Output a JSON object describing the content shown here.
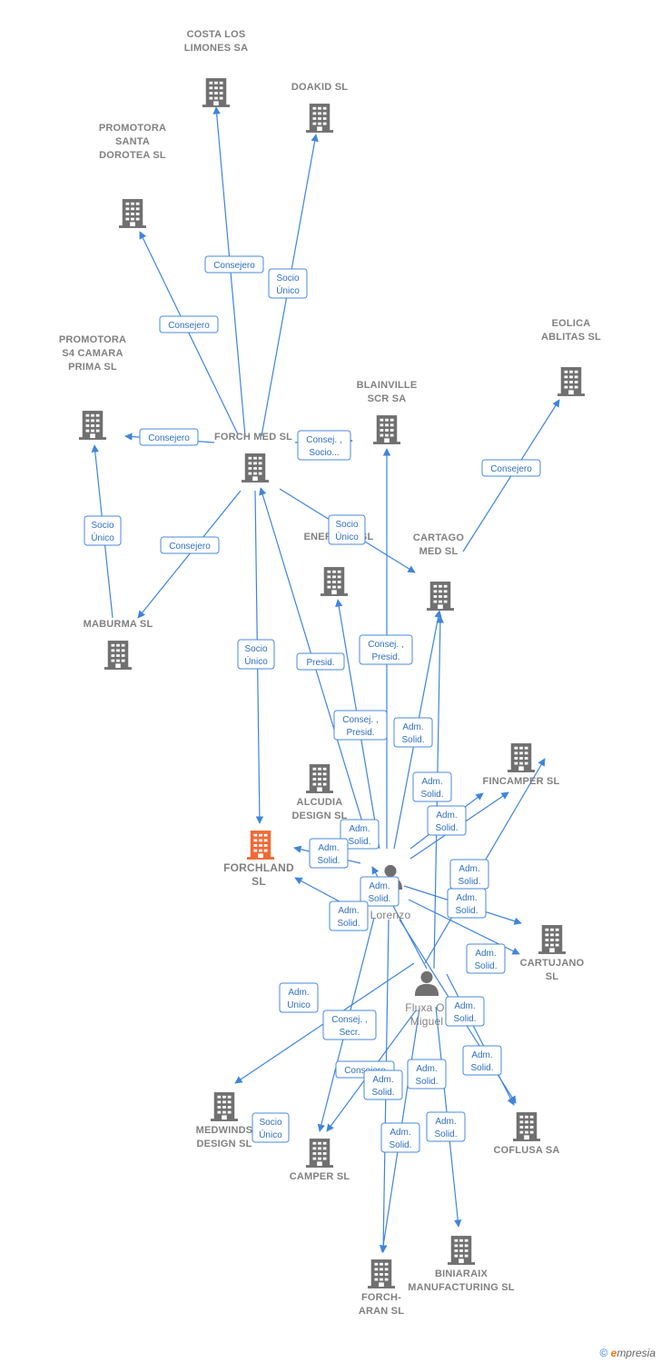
{
  "companies": [
    {
      "id": "costa",
      "lines": [
        "COSTA LOS",
        "LIMONES SA"
      ],
      "focus": false
    },
    {
      "id": "doakid",
      "lines": [
        "DOAKID  SL"
      ],
      "focus": false
    },
    {
      "id": "santa",
      "lines": [
        "PROMOTORA",
        "SANTA",
        "DOROTEA  SL"
      ],
      "focus": false
    },
    {
      "id": "s4",
      "lines": [
        "PROMOTORA",
        "S4 CAMARA",
        "PRIMA  SL"
      ],
      "focus": false
    },
    {
      "id": "forchmed",
      "lines": [
        "FORCH MED SL"
      ],
      "focus": false
    },
    {
      "id": "blainville",
      "lines": [
        "BLAINVILLE",
        "SCR SA"
      ],
      "focus": false
    },
    {
      "id": "eolica",
      "lines": [
        "EOLICA",
        "ABLITAS  SL"
      ],
      "focus": false
    },
    {
      "id": "renova",
      "lines": [
        "REN",
        "ENERGIAS SL"
      ],
      "focus": false
    },
    {
      "id": "cartago",
      "lines": [
        "CARTAGO",
        "MED SL"
      ],
      "focus": false
    },
    {
      "id": "maburma",
      "lines": [
        "MABURMA  SL"
      ],
      "focus": false
    },
    {
      "id": "fincamper",
      "lines": [
        "FINCAMPER SL"
      ],
      "focus": false
    },
    {
      "id": "alcudia",
      "lines": [
        "ALCUDIA",
        "DESIGN SL"
      ],
      "focus": false
    },
    {
      "id": "forchland",
      "lines": [
        "FORCHLAND",
        "SL"
      ],
      "focus": true
    },
    {
      "id": "cartujano",
      "lines": [
        "CARTUJANO",
        "SL"
      ],
      "focus": false
    },
    {
      "id": "medwinds",
      "lines": [
        "MEDWINDS",
        "DESIGN SL"
      ],
      "focus": false
    },
    {
      "id": "coflusa",
      "lines": [
        "COFLUSA SA"
      ],
      "focus": false
    },
    {
      "id": "camper",
      "lines": [
        "CAMPER SL"
      ],
      "focus": false
    },
    {
      "id": "biniaraix",
      "lines": [
        "BINIARAIX",
        "MANUFACTURING SL"
      ],
      "focus": false
    },
    {
      "id": "forcharan",
      "lines": [
        "FORCH-",
        "ARAN SL"
      ],
      "focus": false
    }
  ],
  "persons": [
    {
      "id": "lorenzo",
      "lines": [
        "Orti",
        "Lorenzo"
      ]
    },
    {
      "id": "miguel",
      "lines": [
        "Fluxa Or",
        "Miguel"
      ]
    }
  ],
  "relations": [
    {
      "id": "r1",
      "lines": [
        "Consejero"
      ]
    },
    {
      "id": "r2",
      "lines": [
        "Socio",
        "Único"
      ]
    },
    {
      "id": "r3",
      "lines": [
        "Consejero"
      ]
    },
    {
      "id": "r4",
      "lines": [
        "Consejero"
      ]
    },
    {
      "id": "r5",
      "lines": [
        "Consej. ,",
        "Socio..."
      ]
    },
    {
      "id": "r6",
      "lines": [
        "Consejero"
      ]
    },
    {
      "id": "r7",
      "lines": [
        "Socio",
        "Único"
      ]
    },
    {
      "id": "r8",
      "lines": [
        "Consejero"
      ]
    },
    {
      "id": "r9",
      "lines": [
        "Socio",
        "Único"
      ]
    },
    {
      "id": "r10",
      "lines": [
        "Socio",
        "Único"
      ]
    },
    {
      "id": "r11",
      "lines": [
        "Presid."
      ]
    },
    {
      "id": "r12",
      "lines": [
        "Consej. ,",
        "Presid."
      ]
    },
    {
      "id": "r13",
      "lines": [
        "Consej. ,",
        "Presid."
      ]
    },
    {
      "id": "r14",
      "lines": [
        "Adm.",
        "Solid."
      ]
    },
    {
      "id": "r15",
      "lines": [
        "Adm.",
        "Solid."
      ]
    },
    {
      "id": "r16",
      "lines": [
        "Adm.",
        "Solid."
      ]
    },
    {
      "id": "r17",
      "lines": [
        "Adm.",
        "Solid."
      ]
    },
    {
      "id": "r18",
      "lines": [
        "Adm.",
        "Solid."
      ]
    },
    {
      "id": "r19",
      "lines": [
        "Adm.",
        "Solid."
      ]
    },
    {
      "id": "r20",
      "lines": [
        "Adm.",
        "Solid."
      ]
    },
    {
      "id": "r21",
      "lines": [
        "Adm.",
        "Solid."
      ]
    },
    {
      "id": "r22",
      "lines": [
        "Adm.",
        "Solid."
      ]
    },
    {
      "id": "r23",
      "lines": [
        "Adm.",
        "Solid."
      ]
    },
    {
      "id": "r24",
      "lines": [
        "Adm.",
        "Unico"
      ]
    },
    {
      "id": "r25",
      "lines": [
        "Consej. ,",
        "Secr."
      ]
    },
    {
      "id": "r26",
      "lines": [
        "Adm.",
        "Solid."
      ]
    },
    {
      "id": "r27",
      "lines": [
        "Adm.",
        "Solid."
      ]
    },
    {
      "id": "r28",
      "lines": [
        "Consejero"
      ]
    },
    {
      "id": "r29",
      "lines": [
        "Adm.",
        "Solid."
      ]
    },
    {
      "id": "r30",
      "lines": [
        "Adm.",
        "Solid."
      ]
    },
    {
      "id": "r31",
      "lines": [
        "Adm.",
        "Solid."
      ]
    },
    {
      "id": "r32",
      "lines": [
        "Socio",
        "Único"
      ]
    },
    {
      "id": "r33",
      "lines": [
        "Adm.",
        "Solid."
      ]
    }
  ],
  "colors": {
    "edge": "#3f84dc",
    "building": "#707070",
    "focus": "#f06a35",
    "person": "#707070"
  },
  "copyright": {
    "symbol": "©",
    "brand_initial": "e",
    "brand_rest": "mpresia"
  }
}
